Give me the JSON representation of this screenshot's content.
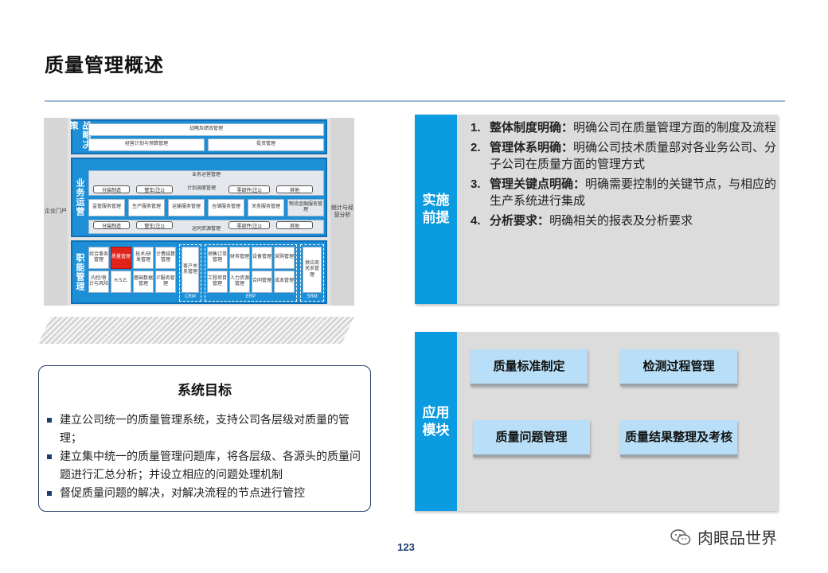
{
  "page": {
    "title": "质量管理概述",
    "page_number": "123",
    "watermark": "肉眼品世界"
  },
  "arch": {
    "left_label": "企业门户",
    "right_label": "统计与经营分析",
    "strategy": {
      "label": "战略决策",
      "row1": "战略及绩效管理",
      "row2a": "经营计划与预算管理",
      "row2b": "投资管理"
    },
    "ops": {
      "label": "业务运营",
      "top": "业务运营管理",
      "row1": [
        "分装制造",
        "整车(注1)",
        "计划调度管理",
        "零部件(注1)",
        "其他"
      ],
      "row2": [
        "监管服务管理",
        "生产服务管理",
        "运输服务管理",
        "仓储服务管理",
        "关务服务管理",
        "物流金融服务管理"
      ],
      "bottom": "运同资源管理",
      "row3": [
        "分装制造",
        "整车(注1)",
        "零部件(注1)",
        "其他"
      ]
    },
    "func": {
      "label": "职能管理",
      "grid": [
        "综合事务管理",
        "质量管理",
        "技术/研发管理",
        "计费结算管理",
        "内控/审计与风险",
        "H.S.E.",
        "基础数据管理",
        "IT服务管理"
      ],
      "crm": "客户关系管理",
      "crm_label": "CRM",
      "erp": [
        "销售订单管理",
        "财务管理",
        "设备管理",
        "采购管理",
        "工程项目管理",
        "人力资源管理",
        "合同管理",
        "成本管理"
      ],
      "erp_label": "ERP",
      "srm": "供应商关系管理",
      "srm_label": "SRM"
    }
  },
  "goal": {
    "title": "系统目标",
    "items": [
      "建立公司统一的质量管理系统，支持公司各层级对质量的管理；",
      "建立集中统一的质量管理问题库，将各层级、各源头的质量问题进行汇总分析；并设立相应的问题处理机制",
      "督促质量问题的解决，对解决流程的节点进行管控"
    ]
  },
  "prereq": {
    "tag": "实施前提",
    "items": [
      {
        "num": "1.",
        "head": "整体制度明确：",
        "text": "明确公司在质量管理方面的制度及流程"
      },
      {
        "num": "2.",
        "head": "管理体系明确：",
        "text": "明确公司技术质量部对各业务公司、分子公司在质量方面的管理方式"
      },
      {
        "num": "3.",
        "head": "管理关键点明确：",
        "text": "明确需要控制的关键节点，与相应的生产系统进行集成"
      },
      {
        "num": "4.",
        "head": "分析要求：",
        "text": "明确相关的报表及分析要求"
      }
    ]
  },
  "modules": {
    "tag": "应用模块",
    "items": [
      "质量标准制定",
      "检测过程管理",
      "质量问题管理",
      "质量结果整理及考核"
    ]
  },
  "colors": {
    "accent": "#0b9be0",
    "band": "#1d8fd6",
    "module": "#b8dff7",
    "highlight": "#e2231a"
  }
}
